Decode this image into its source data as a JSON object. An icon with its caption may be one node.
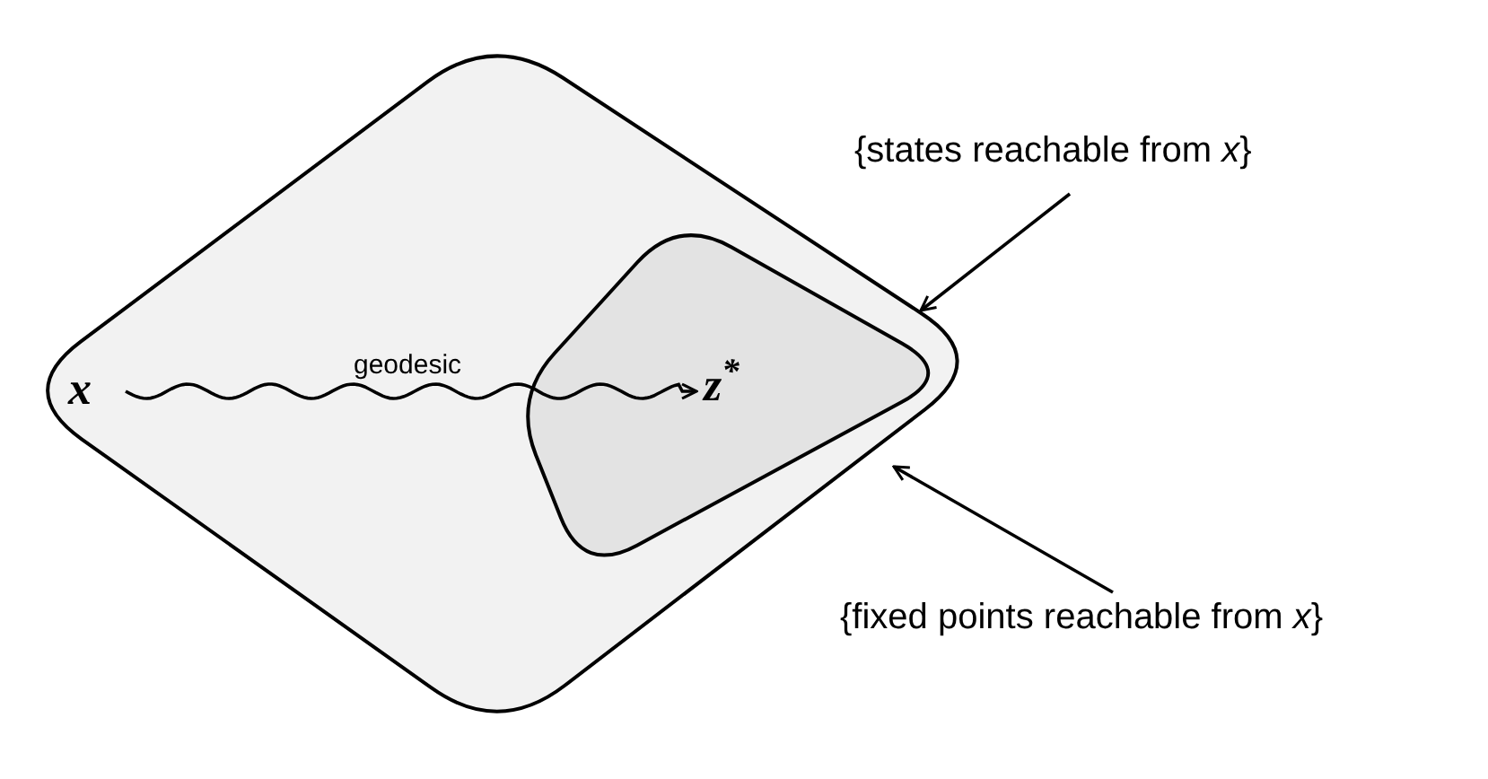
{
  "diagram": {
    "nodes": [
      {
        "text": [],
        "shape": "diamond"
      },
      {
        "text": [],
        "shape": "diamond",
        "in": 0
      },
      {
        "text": [
          "x"
        ],
        "in": 0
      },
      {
        "text": [
          "z$^{*}$"
        ],
        "in": 1
      },
      {
        "text": [
          "{states reachable from *x*}"
        ]
      },
      {
        "text": [
          "{fixed points reachable from *x*}"
        ]
      }
    ],
    "edges": [
      {
        "from": 2,
        "to": 3,
        "arrow": "to",
        "label": "geodesic"
      },
      {
        "from": 4,
        "to": 0,
        "arrow": "to"
      },
      {
        "from": 5,
        "to": 1,
        "arrow": "to"
      }
    ]
  }
}
